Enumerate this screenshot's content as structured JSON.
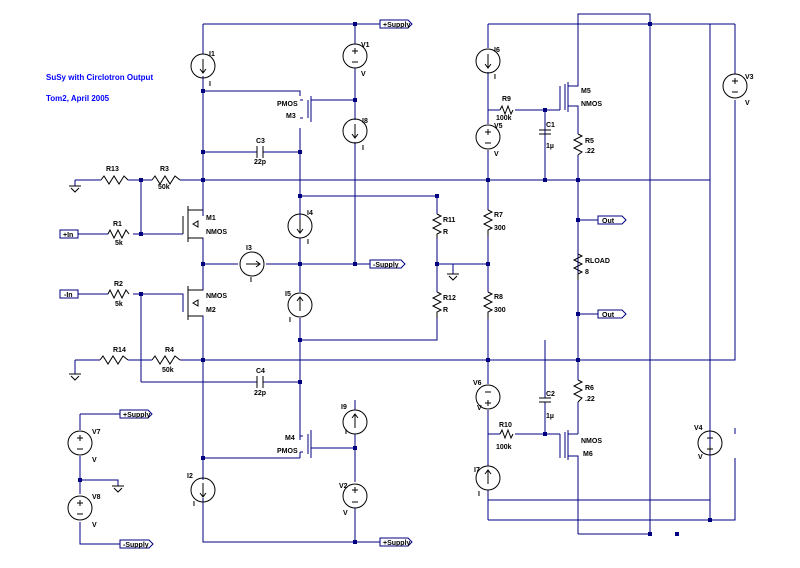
{
  "header": {
    "title": "SuSy with Circlotron Output",
    "author": "Tom2, April 2005"
  },
  "flags": {
    "pos_supply": "+Supply",
    "neg_supply": "-Supply",
    "in_pos": "+In",
    "in_neg": "-In",
    "out": "Out"
  },
  "components": {
    "I1": {
      "name": "I1",
      "value": "I"
    },
    "I2": {
      "name": "I2",
      "value": "I"
    },
    "I3": {
      "name": "I3",
      "value": "I"
    },
    "I4": {
      "name": "I4",
      "value": "I"
    },
    "I5": {
      "name": "I5",
      "value": "I"
    },
    "I6": {
      "name": "I6",
      "value": "I"
    },
    "I7": {
      "name": "I7",
      "value": "I"
    },
    "I8": {
      "name": "I8",
      "value": "I"
    },
    "I9": {
      "name": "I9",
      "value": "I"
    },
    "V1": {
      "name": "V1",
      "value": "V"
    },
    "V2": {
      "name": "V2",
      "value": "V"
    },
    "V3": {
      "name": "V3",
      "value": "V"
    },
    "V4": {
      "name": "V4",
      "value": "V"
    },
    "V5": {
      "name": "V5",
      "value": "V"
    },
    "V6": {
      "name": "V6",
      "value": "V"
    },
    "V7": {
      "name": "V7",
      "value": "V"
    },
    "V8": {
      "name": "V8",
      "value": "V"
    },
    "R1": {
      "name": "R1",
      "value": "5k"
    },
    "R2": {
      "name": "R2",
      "value": "5k"
    },
    "R3": {
      "name": "R3",
      "value": "50k"
    },
    "R4": {
      "name": "R4",
      "value": "50k"
    },
    "R5": {
      "name": "R5",
      "value": ".22"
    },
    "R6": {
      "name": "R6",
      "value": ".22"
    },
    "R7": {
      "name": "R7",
      "value": "300"
    },
    "R8": {
      "name": "R8",
      "value": "300"
    },
    "R9": {
      "name": "R9",
      "value": "100k"
    },
    "R10": {
      "name": "R10",
      "value": "100k"
    },
    "R11": {
      "name": "R11",
      "value": "R"
    },
    "R12": {
      "name": "R12",
      "value": "R"
    },
    "R13": {
      "name": "R13",
      "value": ""
    },
    "R14": {
      "name": "R14",
      "value": ""
    },
    "RLOAD": {
      "name": "RLOAD",
      "value": "8"
    },
    "C1": {
      "name": "C1",
      "value": "1µ"
    },
    "C2": {
      "name": "C2",
      "value": "1µ"
    },
    "C3": {
      "name": "C3",
      "value": "22p"
    },
    "C4": {
      "name": "C4",
      "value": "22p"
    },
    "M1": {
      "name": "M1",
      "value": "NMOS"
    },
    "M2": {
      "name": "M2",
      "value": "NMOS"
    },
    "M3": {
      "name": "M3",
      "value": "PMOS"
    },
    "M4": {
      "name": "M4",
      "value": "PMOS"
    },
    "M5": {
      "name": "M5",
      "value": "NMOS"
    },
    "M6": {
      "name": "M6",
      "value": "NMOS"
    }
  }
}
